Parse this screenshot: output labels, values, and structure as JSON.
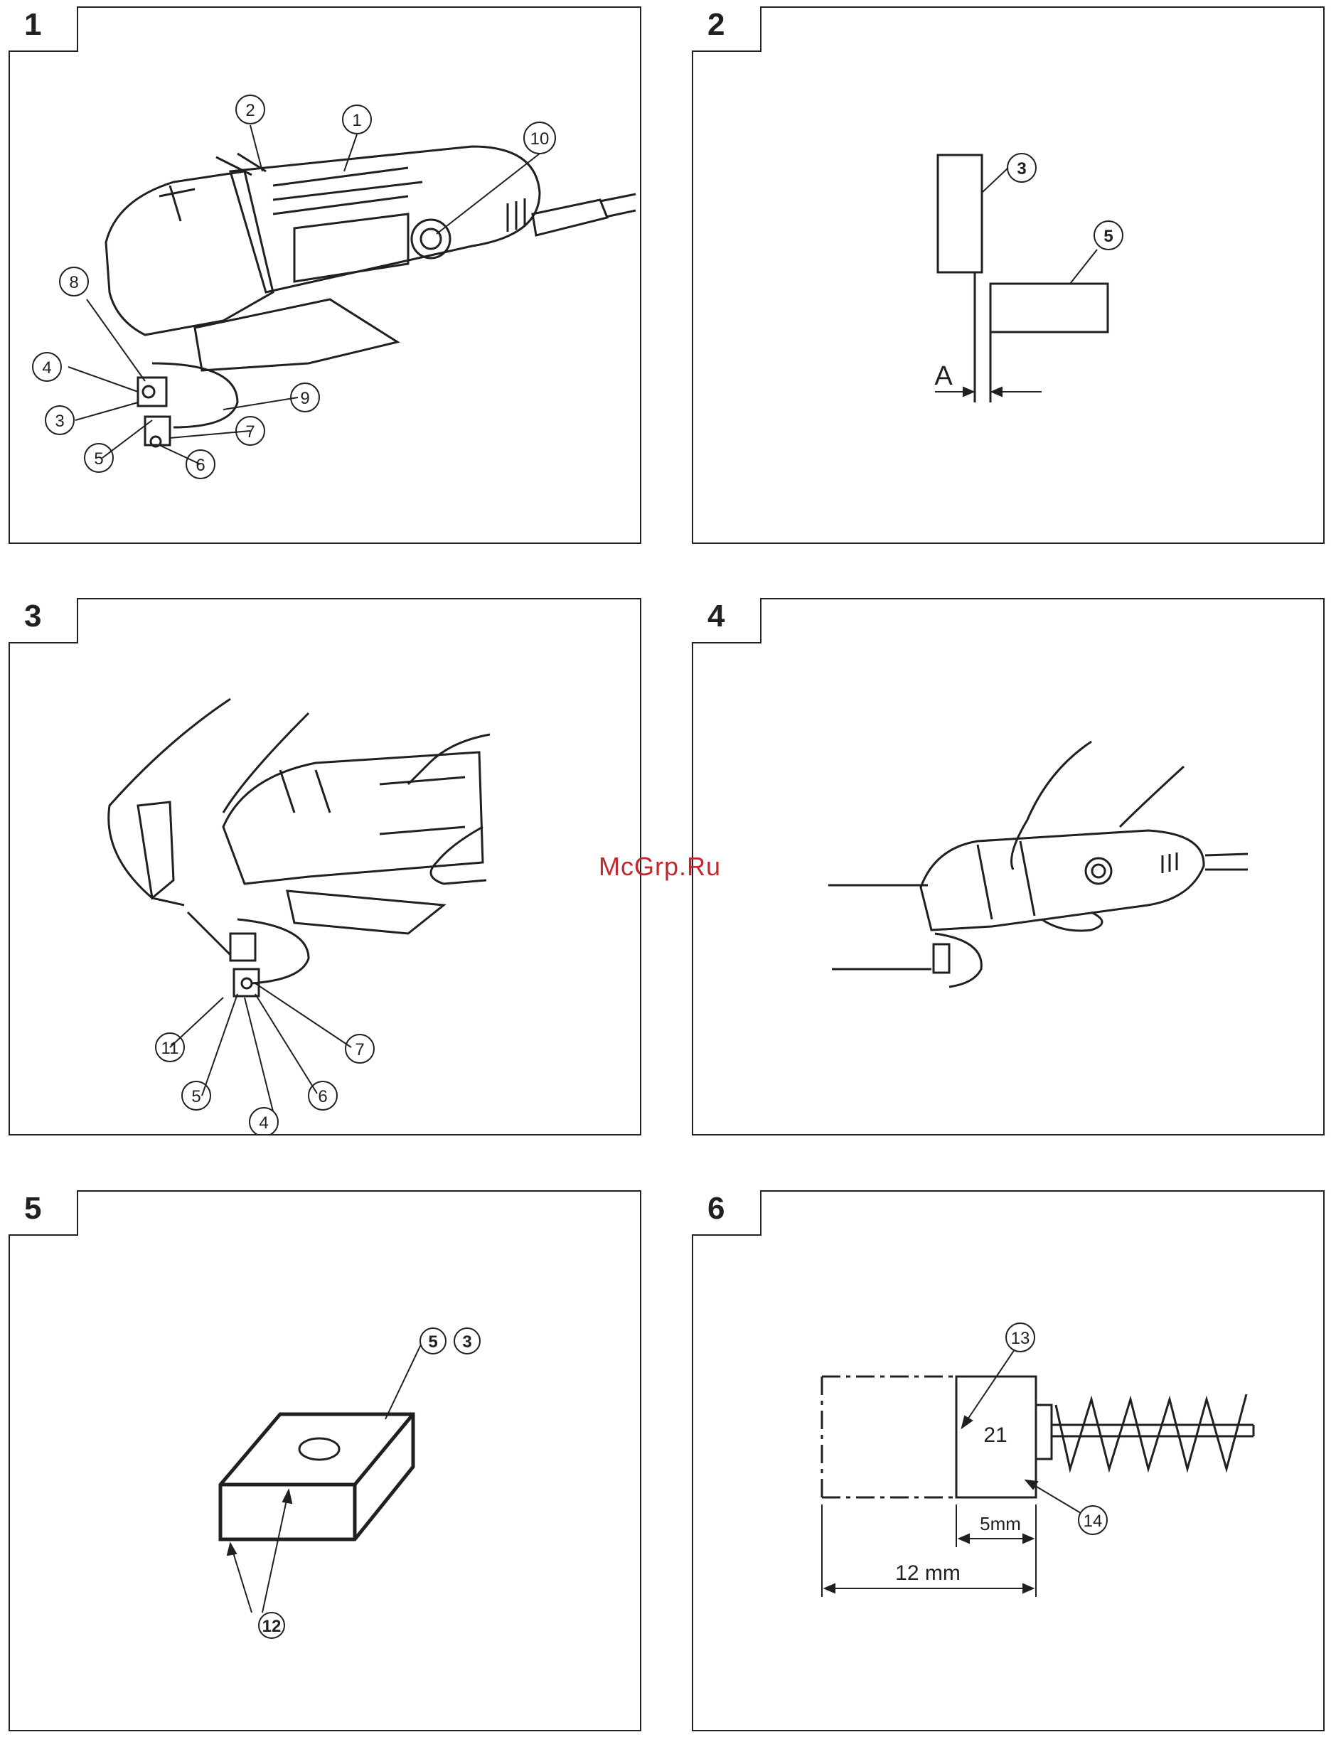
{
  "panels": [
    {
      "number": "1",
      "callouts": [
        "2",
        "1",
        "10",
        "8",
        "4",
        "3",
        "5",
        "9",
        "7",
        "6"
      ]
    },
    {
      "number": "2",
      "callouts": [
        "3",
        "5"
      ],
      "dimension_label": "A"
    },
    {
      "number": "3",
      "callouts": [
        "11",
        "5",
        "4",
        "7",
        "6"
      ]
    },
    {
      "number": "4"
    },
    {
      "number": "5",
      "callouts": [
        "5",
        "3",
        "12"
      ]
    },
    {
      "number": "6",
      "callouts": [
        "13",
        "14"
      ],
      "brush_mark": "21",
      "dim_small": "5mm",
      "dim_large": "12 mm"
    }
  ],
  "watermark": "McGrp.Ru"
}
